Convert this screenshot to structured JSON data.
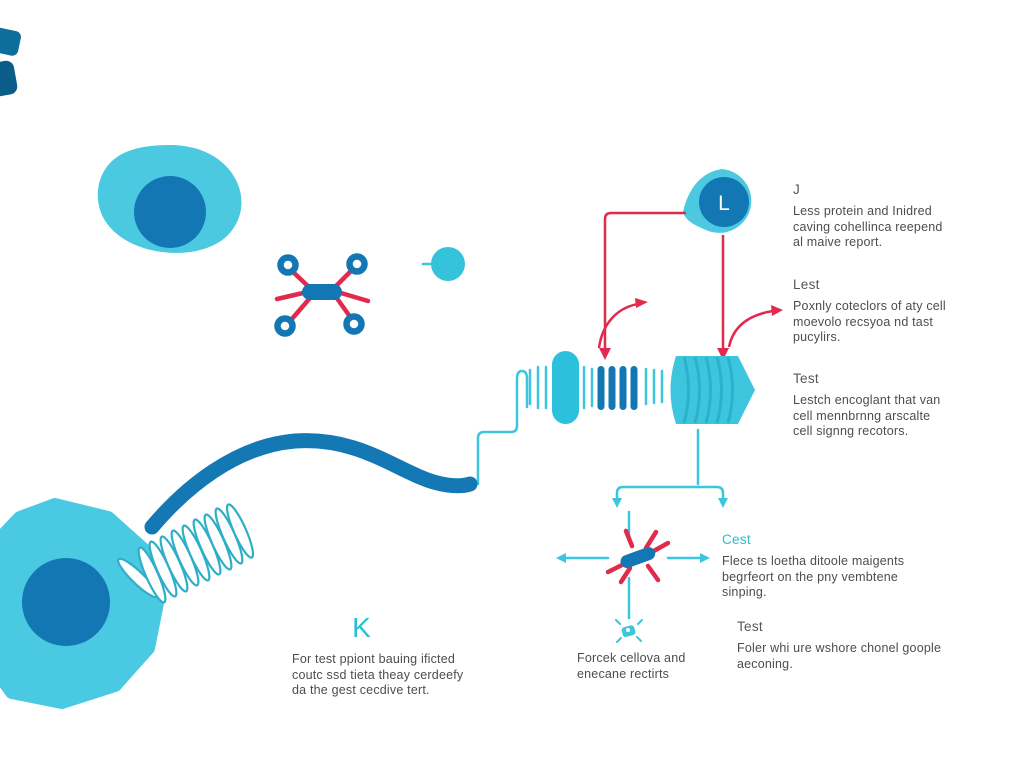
{
  "diagram": {
    "ligand_label": "L",
    "colors": {
      "cell_cyan": "#4AC9E1",
      "membrane_cyan": "#2BC0DB",
      "dark_blue": "#1377B4",
      "signal_red": "#E02A4E",
      "coil_teal": "#2FAEC8",
      "teal_heading": "#2BBACF",
      "body_gray": "#4D4D4D"
    }
  },
  "annotations": {
    "top_right": {
      "heading": "J",
      "body": "Less protein and Inidred\ncaving cohellinca reepend\nal maive report."
    },
    "mid_right": {
      "heading": "Lest",
      "body": "Poxnly coteclors of aty cell\nmoevolo recsyoa nd tast\npucylirs."
    },
    "lower_right": {
      "heading": "Test",
      "body": "Lestch encoglant that van\ncell mennbrnng arscalte\ncell signng recotors."
    },
    "branch_right": {
      "heading": "Cest",
      "body": "Flece ts loetha ditoole maigents\nbegrfeort on the pny vembtene\nsinping."
    },
    "bottom_right": {
      "heading": "Test",
      "body": "Foler whi ure wshore chonel goople\naeconing."
    },
    "bottom_left_caption": {
      "heading": "K",
      "body": "For test ppiont bauing ificted\ncoutc ssd tieta theay cerdeefy\nda the gest cecdive tert."
    },
    "bottom_middle_caption": {
      "body": "Forcek cellova and\nenecane rectirts"
    }
  }
}
